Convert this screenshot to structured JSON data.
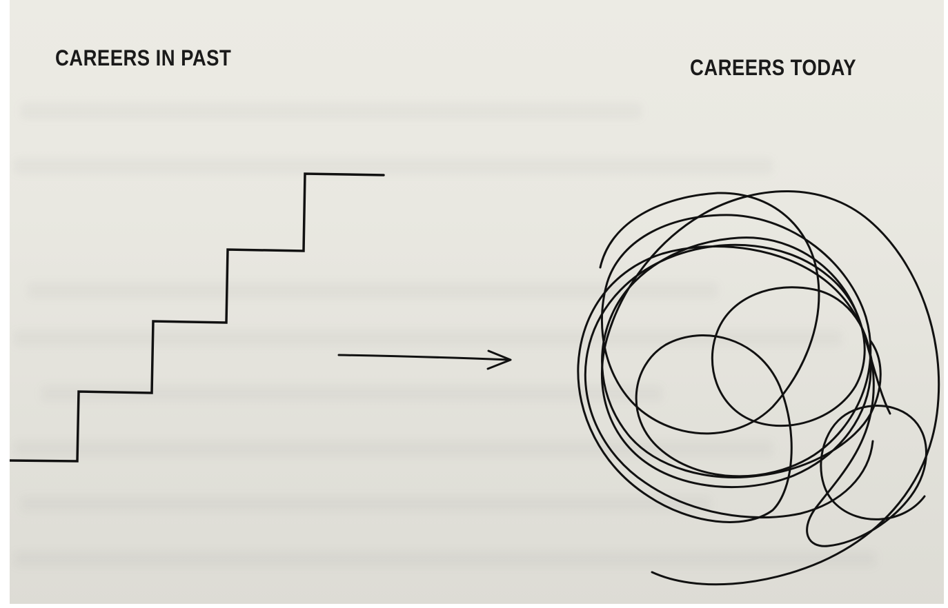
{
  "labels": {
    "past": "CAREERS IN PAST",
    "today": "CAREERS TODAY"
  },
  "colors": {
    "paper": "#e9e8e1",
    "ink": "#111111"
  },
  "icons": {
    "staircase": "staircase-line",
    "arrow": "right-arrow",
    "scribble": "tangled-scribble"
  }
}
